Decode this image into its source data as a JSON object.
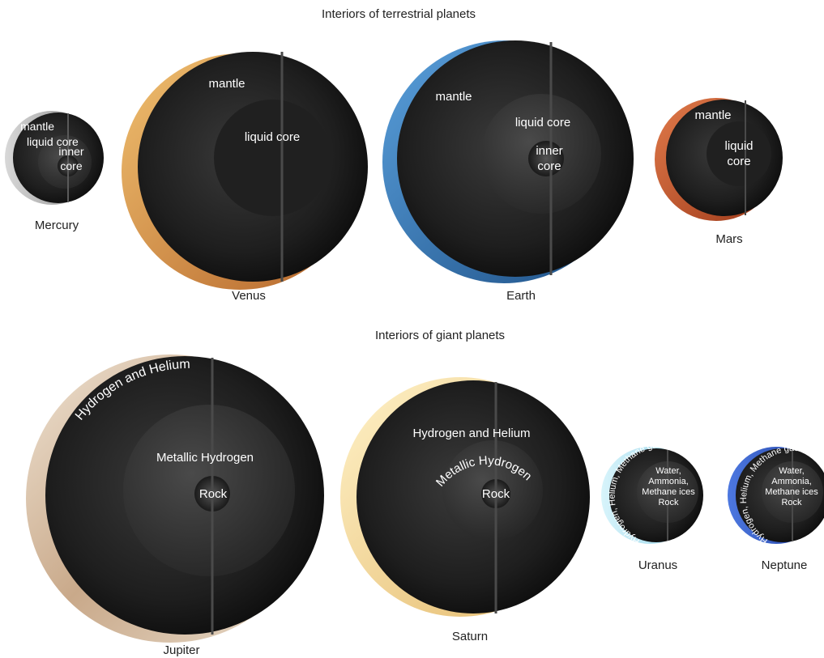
{
  "sections": {
    "terrestrial_title": "Interiors of terrestrial planets",
    "giant_title": "Interiors of giant planets"
  },
  "planets": {
    "mercury": {
      "name": "Mercury",
      "layers": {
        "mantle": "mantle",
        "liquid_core": "liquid core",
        "inner_core_1": "inner",
        "inner_core_2": "core"
      },
      "color": "#bdbdbd"
    },
    "venus": {
      "name": "Venus",
      "layers": {
        "mantle": "mantle",
        "liquid_core": "liquid core"
      },
      "color": "#d99a4e"
    },
    "earth": {
      "name": "Earth",
      "layers": {
        "mantle": "mantle",
        "liquid_core": "liquid core",
        "inner_core_1": "inner",
        "inner_core_2": "core"
      },
      "color": "#2f6fb0"
    },
    "mars": {
      "name": "Mars",
      "layers": {
        "mantle": "mantle",
        "liquid_core_1": "liquid",
        "liquid_core_2": "core"
      },
      "color": "#c9502a"
    },
    "jupiter": {
      "name": "Jupiter",
      "layers": {
        "envelope": "Hydrogen and Helium",
        "metallic": "Metallic Hydrogen",
        "rock": "Rock"
      },
      "color": "#d9c7b0"
    },
    "saturn": {
      "name": "Saturn",
      "layers": {
        "envelope": "Hydrogen and Helium",
        "metallic": "Metallic Hydrogen",
        "rock": "Rock"
      },
      "color": "#f3dca0"
    },
    "uranus": {
      "name": "Uranus",
      "layers": {
        "gas": "Hydrogen, Helium, Methane gas",
        "ices_1": "Water,",
        "ices_2": "Ammonia,",
        "ices_3": "Methane ices",
        "rock": "Rock"
      },
      "color": "#a8dff0"
    },
    "neptune": {
      "name": "Neptune",
      "layers": {
        "gas": "Hydrogen, Helium, Methane gas",
        "ices_1": "Water,",
        "ices_2": "Ammonia,",
        "ices_3": "Methane ices",
        "rock": "Rock"
      },
      "color": "#3157c7"
    }
  }
}
